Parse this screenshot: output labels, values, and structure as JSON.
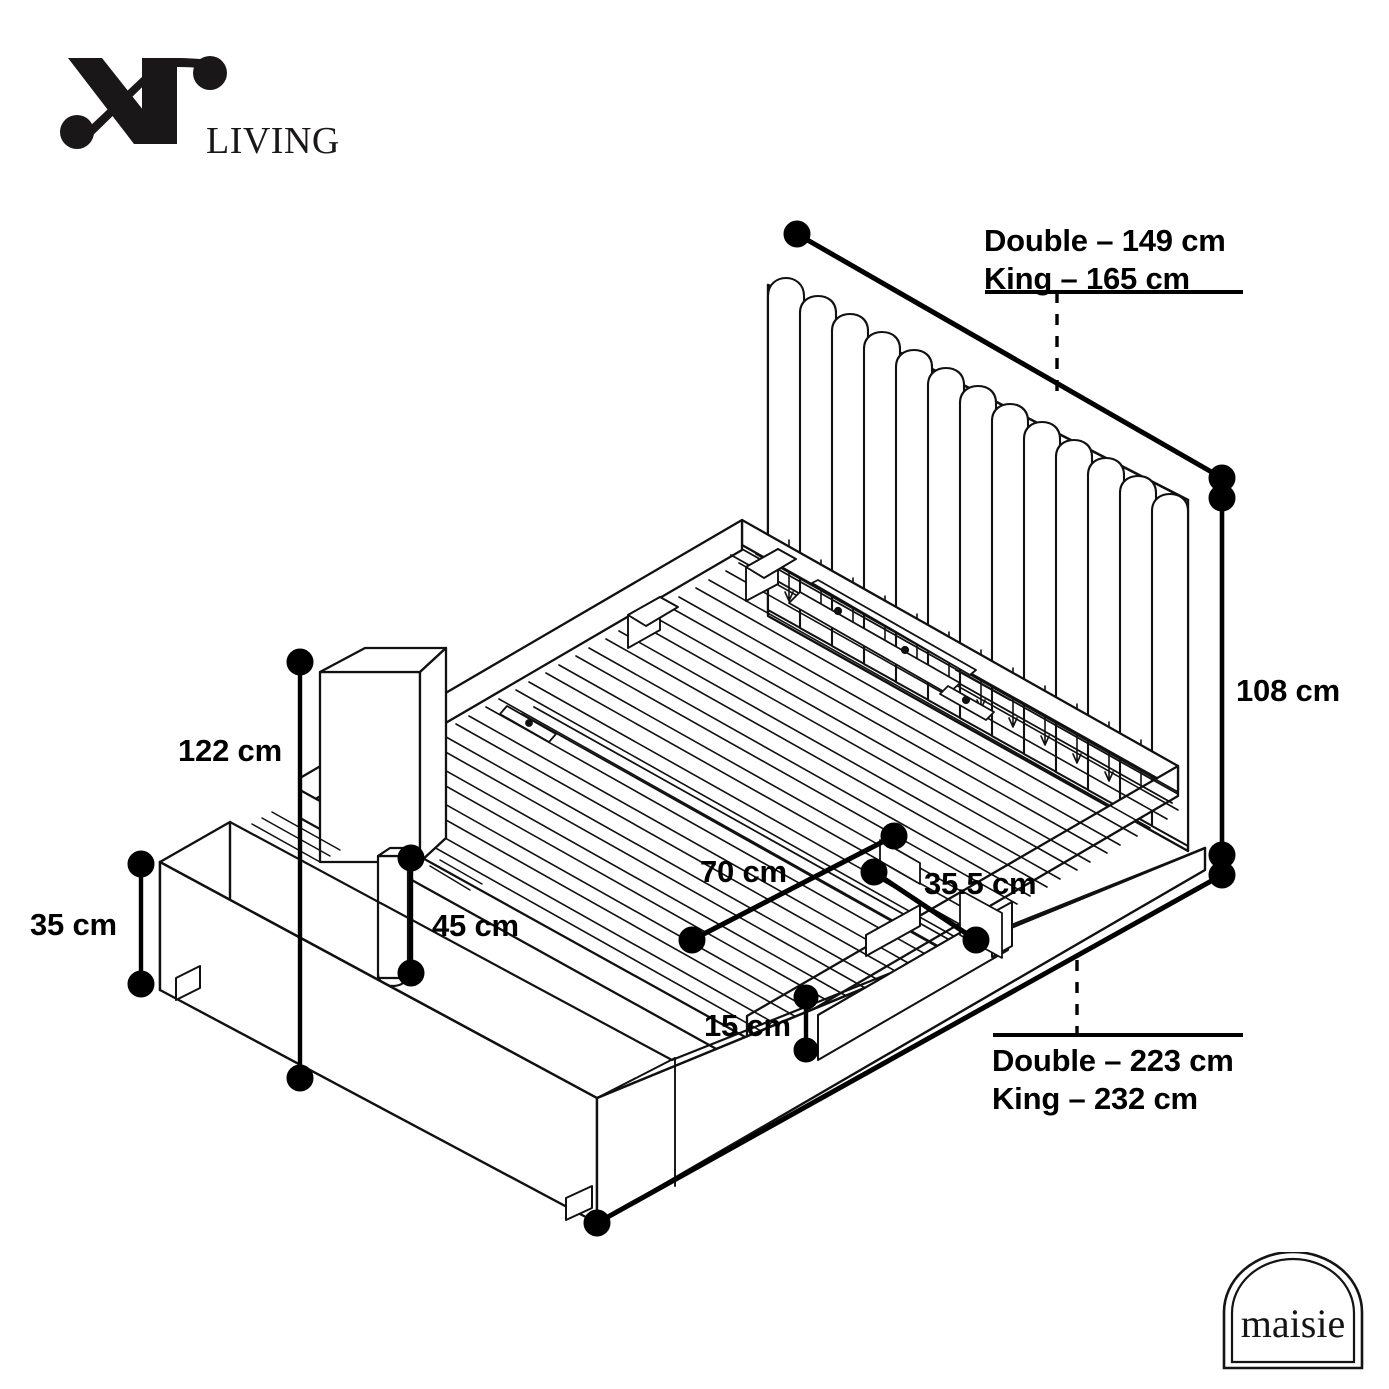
{
  "brand": {
    "logo_mark": "xr-monogram",
    "wordmark": "LIVING"
  },
  "product_logo": {
    "name": "maisie",
    "shape": "arch-outline"
  },
  "diagram": {
    "subject": "ottoman-storage-bed",
    "view": "isometric-line-drawing",
    "unit": "cm"
  },
  "dimensions": {
    "width_top": {
      "id": "overall-width",
      "lines": [
        "Double – 149 cm",
        "King – 165 cm"
      ]
    },
    "length_bottom": {
      "id": "overall-length",
      "lines": [
        "Double – 223 cm",
        "King – 232 cm"
      ]
    },
    "headboard_height": {
      "id": "headboard-height",
      "value": "108 cm"
    },
    "total_height": {
      "id": "total-height",
      "value": "122 cm"
    },
    "base_height": {
      "id": "base-height",
      "value": "35 cm"
    },
    "mattress_height": {
      "id": "mattress-platform-height",
      "value": "45 cm"
    },
    "storage_depth": {
      "id": "storage-depth",
      "value": "70 cm"
    },
    "side_rail": {
      "id": "side-rail-width",
      "value": "35.5 cm"
    },
    "clearance": {
      "id": "under-base-clearance",
      "value": "15 cm"
    }
  }
}
